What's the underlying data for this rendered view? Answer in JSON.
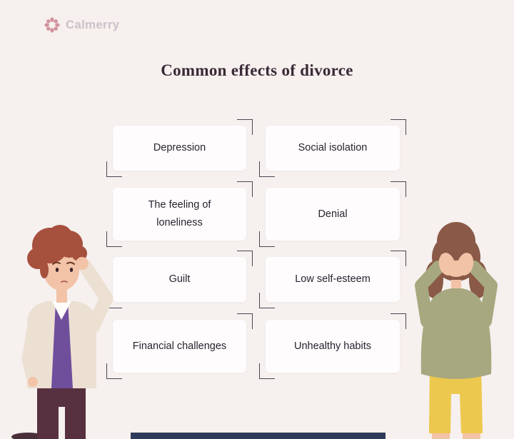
{
  "logo": {
    "text": "Calmerry"
  },
  "title": "Common effects of divorce",
  "rows": [
    {
      "left": "Depression",
      "right": "Social isolation"
    },
    {
      "left": "The feeling of loneliness",
      "right": "Denial"
    },
    {
      "left": "Guilt",
      "right": "Low self-esteem"
    },
    {
      "left": "Financial challenges",
      "right": "Unhealthy habits"
    }
  ],
  "colors": {
    "background": "#f6f0ee",
    "card": "#fefcfd",
    "bracket": "#4a4752",
    "title_text": "#392a36",
    "card_text": "#28232f",
    "logo_icon": "#d2929e",
    "logo_text": "#ccc2ca",
    "floor_bar": "#2d3a59"
  }
}
